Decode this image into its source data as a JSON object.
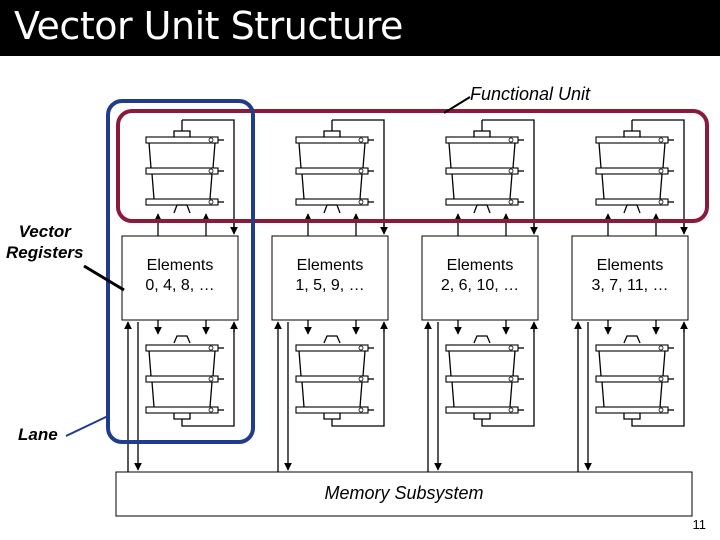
{
  "slide": {
    "title": "Vector Unit Structure",
    "page_number": "11"
  },
  "labels": {
    "functional_unit": "Functional Unit",
    "vector_registers_line1": "Vector",
    "vector_registers_line2": "Registers",
    "lane": "Lane",
    "memory_subsystem": "Memory Subsystem"
  },
  "lanes": [
    {
      "line1": "Elements",
      "line2": "0, 4, 8, …"
    },
    {
      "line1": "Elements",
      "line2": "1, 5, 9, …"
    },
    {
      "line1": "Elements",
      "line2": "2, 6, 10, …"
    },
    {
      "line1": "Elements",
      "line2": "3, 7, 11, …"
    }
  ],
  "colors": {
    "functional_unit_outline": "#8b1a3a",
    "lane_outline": "#1f3c8f",
    "title_bar": "#000000"
  }
}
